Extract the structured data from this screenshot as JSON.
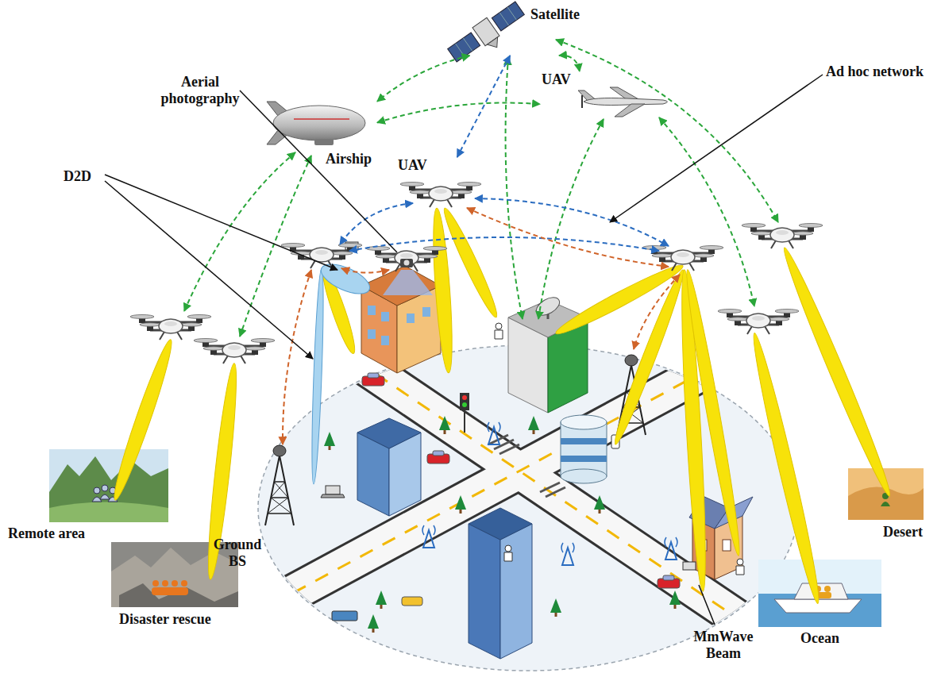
{
  "diagram": {
    "nodes": [
      {
        "text": [
          "Satellite"
        ]
      },
      {
        "text": [
          "Airship"
        ]
      },
      {
        "text": [
          "UAV"
        ]
      },
      {
        "text": [
          "UAV"
        ]
      }
    ],
    "edges": [
      {
        "from": 0,
        "to": 1,
        "arrow": "both"
      },
      {
        "from": 0,
        "to": 2,
        "arrow": "both"
      },
      {
        "from": 0,
        "to": 3,
        "arrow": "both"
      },
      {
        "from": 1,
        "to": 2,
        "arrow": "both"
      }
    ],
    "labels": [
      "Aerial photography",
      "Ad hoc network",
      "D2D",
      "Remote area",
      "Disaster rescue",
      "Ground BS",
      "MmWave Beam",
      "Ocean",
      "Desert"
    ]
  }
}
